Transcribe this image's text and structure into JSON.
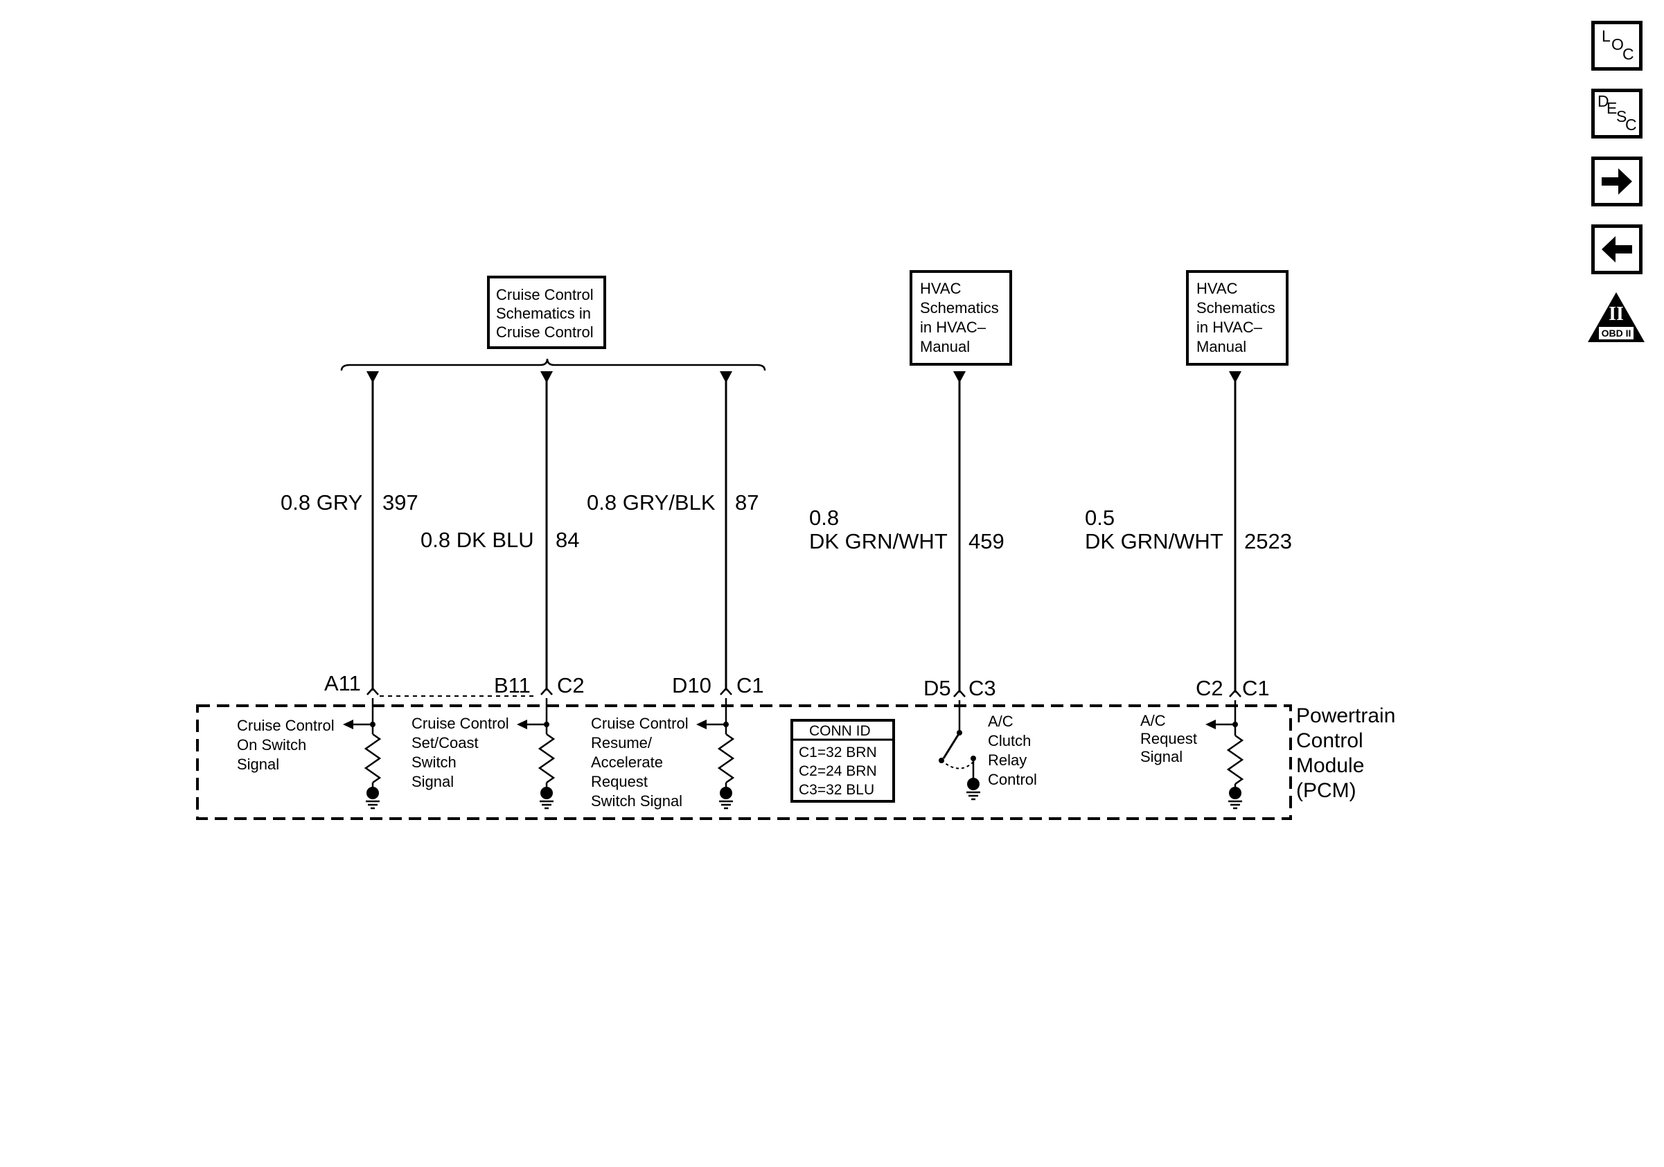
{
  "side_buttons": {
    "loc": {
      "letters": [
        "L",
        "O",
        "C"
      ]
    },
    "desc": {
      "letters": [
        "D",
        "E",
        "S",
        "C"
      ]
    },
    "next_icon": "right-arrow-icon",
    "back_icon": "left-arrow-icon",
    "obd": {
      "roman": "II",
      "label": "OBD II"
    }
  },
  "refs": {
    "cruise": [
      "Cruise Control",
      "Schematics in",
      "Cruise Control"
    ],
    "hvac1": [
      "HVAC",
      "Schematics",
      "in HVAC–",
      "Manual"
    ],
    "hvac2": [
      "HVAC",
      "Schematics",
      "in HVAC–",
      "Manual"
    ]
  },
  "wires": [
    {
      "size": "0.8 GRY",
      "circuit": "397",
      "pin": "A11",
      "conn": ""
    },
    {
      "size": "0.8 DK BLU",
      "circuit": "84",
      "pin": "B11",
      "conn": "C2"
    },
    {
      "size": "0.8 GRY/BLK",
      "circuit": "87",
      "pin": "D10",
      "conn": "C1"
    },
    {
      "size_top": "0.8",
      "size": "DK GRN/WHT",
      "circuit": "459",
      "pin": "D5",
      "conn": "C3"
    },
    {
      "size_top": "0.5",
      "size": "DK GRN/WHT",
      "circuit": "2523",
      "pin": "C2",
      "conn": "C1"
    }
  ],
  "signals": {
    "s1": [
      "Cruise Control",
      "On Switch",
      "Signal"
    ],
    "s2": [
      "Cruise Control",
      "Set/Coast",
      "Switch",
      "Signal"
    ],
    "s3": [
      "Cruise Control",
      "Resume/",
      "Accelerate",
      "Request",
      "Switch Signal"
    ],
    "s4": [
      "A/C",
      "Clutch",
      "Relay",
      "Control"
    ],
    "s5": [
      "A/C",
      "Request",
      "Signal"
    ]
  },
  "conn_id": {
    "title": "CONN ID",
    "rows": [
      "C1=32 BRN",
      "C2=24 BRN",
      "C3=32 BLU"
    ]
  },
  "module": [
    "Powertrain",
    "Control",
    "Module",
    "(PCM)"
  ]
}
